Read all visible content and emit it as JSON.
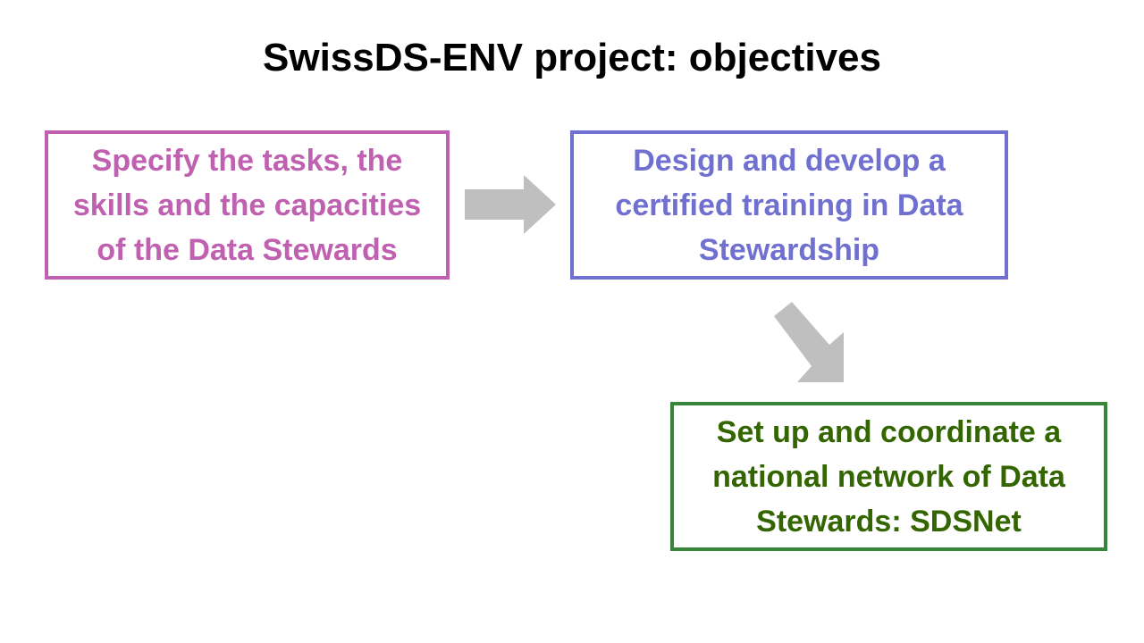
{
  "title": "SwissDS-ENV project: objectives",
  "boxes": [
    {
      "text": "Specify the tasks, the skills and the capacities of the Data Stewards",
      "color": "#C060B0"
    },
    {
      "text": "Design and develop a certified training in Data Stewardship",
      "color": "#7070D0"
    },
    {
      "text": "Set up and coordinate a national network of Data Stewards: SDSNet",
      "color": "#336600"
    }
  ],
  "arrow_color": "#BFBFBF"
}
